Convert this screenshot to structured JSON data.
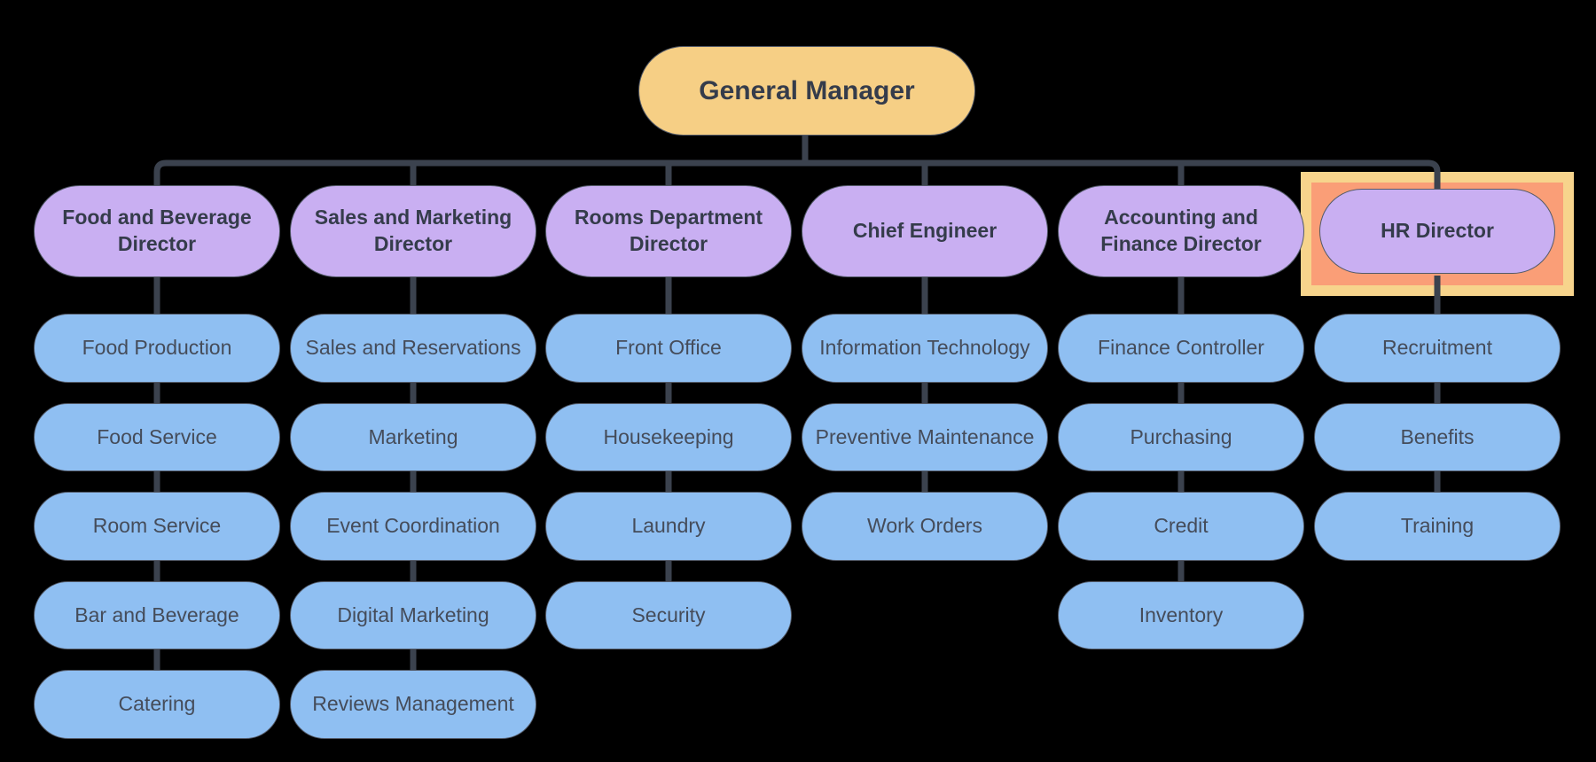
{
  "org_chart": {
    "root": {
      "label": "General Manager"
    },
    "columns": [
      {
        "director": "Food and Beverage\nDirector",
        "highlighted": false,
        "children": [
          "Food Production",
          "Food Service",
          "Room Service",
          "Bar and Beverage",
          "Catering"
        ]
      },
      {
        "director": "Sales and Marketing\nDirector",
        "highlighted": false,
        "children": [
          "Sales and Reservations",
          "Marketing",
          "Event Coordination",
          "Digital Marketing",
          "Reviews Management"
        ]
      },
      {
        "director": "Rooms Department\nDirector",
        "highlighted": false,
        "children": [
          "Front Office",
          "Housekeeping",
          "Laundry",
          "Security"
        ]
      },
      {
        "director": "Chief Engineer",
        "highlighted": false,
        "children": [
          "Information Technology",
          "Preventive Maintenance",
          "Work Orders"
        ]
      },
      {
        "director": "Accounting and\nFinance Director",
        "highlighted": false,
        "children": [
          "Finance Controller",
          "Purchasing",
          "Credit",
          "Inventory"
        ]
      },
      {
        "director": "HR Director",
        "highlighted": true,
        "children": [
          "Recruitment",
          "Benefits",
          "Training"
        ]
      }
    ]
  },
  "colors": {
    "background": "#000000",
    "root_fill": "#F6CF85",
    "director_fill": "#C9AFF2",
    "department_fill": "#8FBFF2",
    "connector": "#3B424E",
    "node_border": "#535A68",
    "heading_text": "#353C4B",
    "department_text": "#454C5A",
    "highlight_outer": "#F7D48C",
    "highlight_inner": "#FA9E77"
  }
}
